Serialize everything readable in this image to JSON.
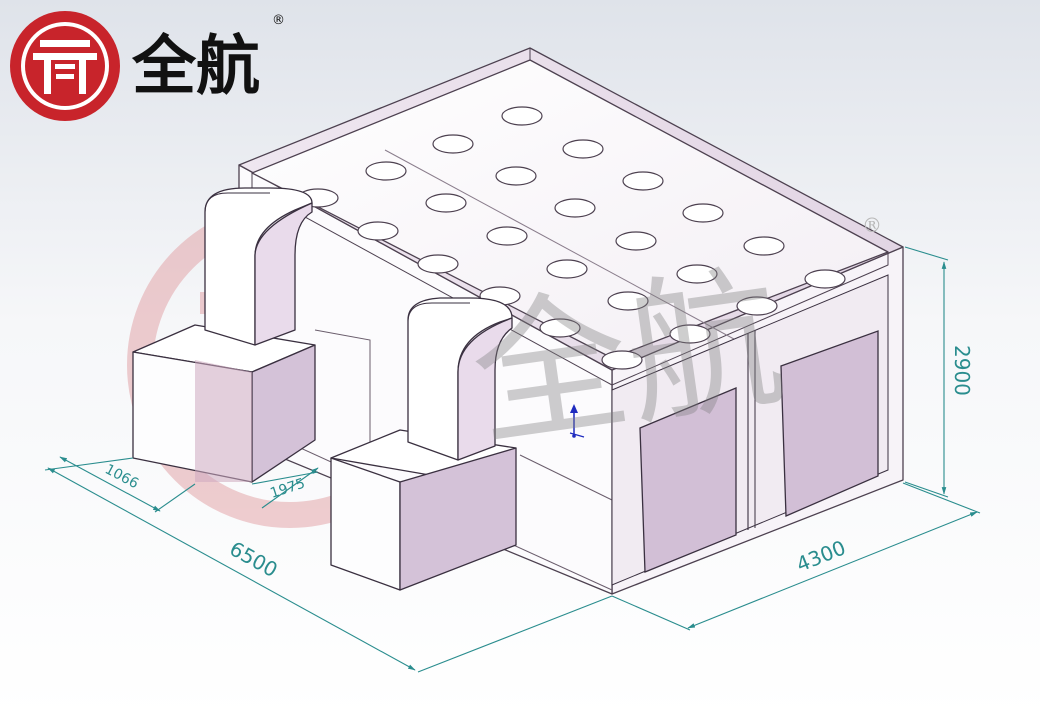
{
  "brand": {
    "name": "全航",
    "registered_mark": "®",
    "watermark_text": "全航",
    "colors": {
      "red": "#c8242b",
      "watermark_red": "#e8b8bb",
      "ink": "#111111"
    }
  },
  "dimensions": {
    "height": "2900",
    "width": "4300",
    "length": "6500",
    "duct_offset": "1975",
    "duct_size": "1066"
  },
  "colors": {
    "dimension_line": "#2a8d8e",
    "panel_outline": "#5a4a5a",
    "door_fill": "#d2bfd6",
    "unit_side_fill": "#d4c2d8",
    "background_top": "#dfe3ea"
  }
}
